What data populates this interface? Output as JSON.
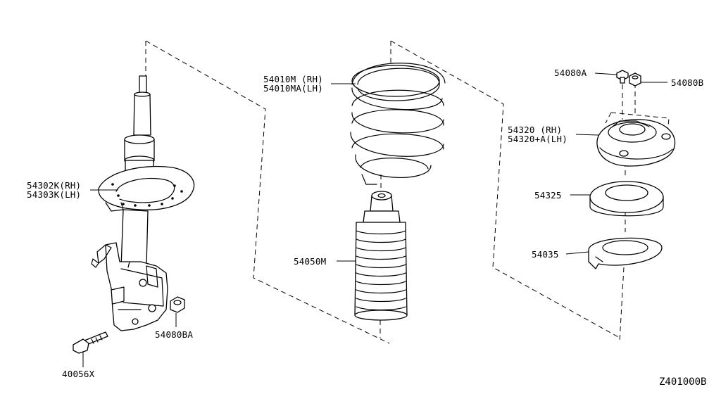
{
  "drawing_code": "Z401000B",
  "callouts": {
    "strut_rh": "54302K(RH)",
    "strut_lh": "54303K(LH)",
    "spring_rh": "54010M (RH)",
    "spring_lh": "54010MA(LH)",
    "bumper_boot": "54050M",
    "nut_a": "54080A",
    "nut_b": "54080B",
    "mount_rh": "54320 (RH)",
    "mount_lh": "54320+A(LH)",
    "bearing": "54325",
    "spring_seat": "54035",
    "knuckle_nut": "54080BA",
    "knuckle_bolt": "40056X"
  }
}
